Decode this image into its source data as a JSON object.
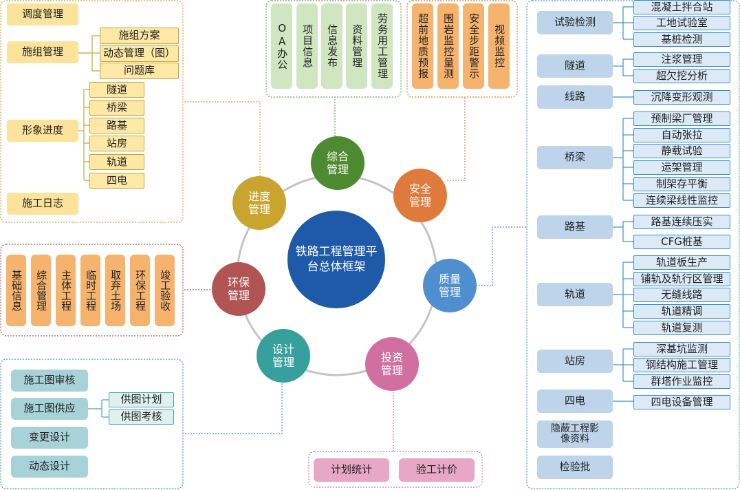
{
  "center": {
    "title": "铁路工程管理平台总体框架"
  },
  "modules": {
    "zonghe": "综合管理",
    "anquan": "安全管理",
    "zhiliang": "质量管理",
    "touzi": "投资管理",
    "sheji": "设计管理",
    "huanbao": "环保管理",
    "jindu": "进度管理"
  },
  "top_general": [
    "OA办公",
    "项目信息",
    "信息发布",
    "资料管理",
    "劳务用工管理"
  ],
  "top_safety": [
    "超前地质预报",
    "围岩监控量测",
    "安全步距警示",
    "视频监控"
  ],
  "left_progress": {
    "dispatch": "调度管理",
    "construction_org": "施组管理",
    "construction_org_items": [
      "施组方案",
      "动态管理（图）",
      "问题库"
    ],
    "image_progress": "形象进度",
    "image_progress_items": [
      "隧道",
      "桥梁",
      "路基",
      "站房",
      "轨道",
      "四电"
    ],
    "daily_log": "施工日志"
  },
  "left_env": [
    "基础信息",
    "综合管理",
    "主体工程",
    "临时工程",
    "取弃土场",
    "环保工程",
    "竣工验收"
  ],
  "left_design": {
    "review": "施工图审核",
    "supply": "施工图供应",
    "supply_items": [
      "供图计划",
      "供图考核"
    ],
    "change": "变更设计",
    "dynamic": "动态设计"
  },
  "bottom_invest": [
    "计划统计",
    "验工计价"
  ],
  "right_quality": {
    "testing": "试验检测",
    "testing_items": [
      "混凝土拌合站",
      "工地试验室",
      "基桩检测"
    ],
    "tunnel": "隧道",
    "tunnel_items": [
      "注浆管理",
      "超欠挖分析"
    ],
    "line": "线路",
    "line_items": [
      "沉降变形观测"
    ],
    "bridge": "桥梁",
    "bridge_items": [
      "预制梁厂管理",
      "自动张拉",
      "静载试验",
      "运架管理",
      "制架存平衡",
      "连续梁线性监控"
    ],
    "subgrade": "路基",
    "subgrade_items": [
      "路基连续压实",
      "CFG桩基"
    ],
    "track": "轨道",
    "track_items": [
      "轨道板生产",
      "铺轨及轨行区管理",
      "无缝线路",
      "轨道精调",
      "轨道复测"
    ],
    "station": "站房",
    "station_items": [
      "深基坑监测",
      "钢结构施工管理",
      "群塔作业监控"
    ],
    "power": "四电",
    "power_items": [
      "四电设备管理"
    ],
    "hidden": "隐蔽工程影像资料",
    "inspection": "检验批"
  },
  "colors": {
    "center": "#1f5aa8",
    "zonghe": "#4e8a2f",
    "anquan": "#dd7a3c",
    "zhiliang": "#4f8fcf",
    "touzi": "#d16fa0",
    "sheji": "#37a09c",
    "huanbao": "#b05553",
    "jindu": "#c9a530"
  }
}
